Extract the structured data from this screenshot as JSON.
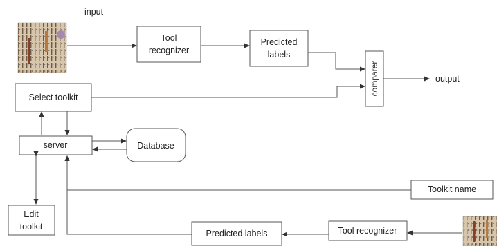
{
  "labels": {
    "input": "input",
    "tool_recognizer_top": [
      "Tool",
      "recognizer"
    ],
    "predicted_labels_top": [
      "Predicted",
      "labels"
    ],
    "comparer": "comparer",
    "output": "output",
    "select_toolkit": "Select toolkit",
    "server": "server",
    "database": "Database",
    "edit_toolkit": [
      "Edit",
      "toolkit"
    ],
    "toolkit_name": "Toolkit name",
    "tool_recognizer_bottom": "Tool recognizer",
    "predicted_labels_bottom": "Predicted labels"
  },
  "images": {
    "top": "tool-wall-photo",
    "bottom": "tool-wall-photo"
  },
  "colors": {
    "stroke": "#555555",
    "text": "#222222"
  }
}
